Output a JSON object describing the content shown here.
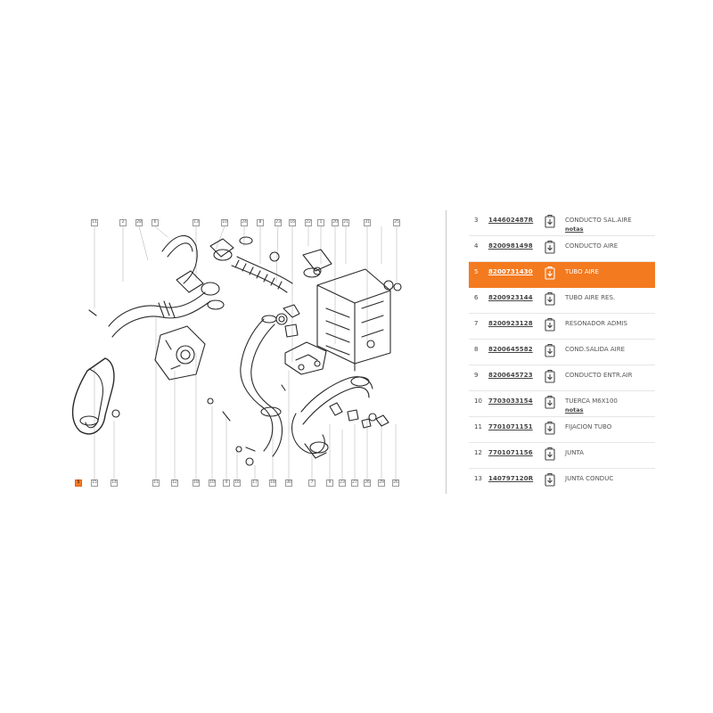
{
  "diagram": {
    "top_callouts": [
      "11",
      "2",
      "28",
      "6",
      "13",
      "10",
      "24",
      "8",
      "23",
      "16",
      "22",
      "1",
      "20",
      "21",
      "31",
      "25"
    ],
    "bottom_callouts": [
      "5",
      "15",
      "14",
      "11",
      "12",
      "18",
      "10",
      "4",
      "16",
      "17",
      "18",
      "30",
      "7",
      "9",
      "23",
      "27",
      "26",
      "29",
      "26"
    ],
    "selected_callout": "5"
  },
  "parts": [
    {
      "num": "3",
      "ref": "144602487R",
      "name": "CONDUCTO SAL.AIRE",
      "notes": "notas",
      "selected": false
    },
    {
      "num": "4",
      "ref": "8200981498",
      "name": "CONDUCTO AIRE",
      "notes": "",
      "selected": false
    },
    {
      "num": "5",
      "ref": "8200731430",
      "name": "TUBO AIRE",
      "notes": "",
      "selected": true
    },
    {
      "num": "6",
      "ref": "8200923144",
      "name": "TUBO AIRE RES.",
      "notes": "",
      "selected": false
    },
    {
      "num": "7",
      "ref": "8200923128",
      "name": "RESONADOR ADMIS",
      "notes": "",
      "selected": false
    },
    {
      "num": "8",
      "ref": "8200645582",
      "name": "COND.SALIDA AIRE",
      "notes": "",
      "selected": false
    },
    {
      "num": "9",
      "ref": "8200645723",
      "name": "CONDUCTO ENTR.AIR",
      "notes": "",
      "selected": false
    },
    {
      "num": "10",
      "ref": "7703033154",
      "name": "TUERCA M6X100",
      "notes": "notas",
      "selected": false
    },
    {
      "num": "11",
      "ref": "7701071151",
      "name": "FIJACION TUBO",
      "notes": "",
      "selected": false
    },
    {
      "num": "12",
      "ref": "7701071156",
      "name": "JUNTA",
      "notes": "",
      "selected": false
    },
    {
      "num": "13",
      "ref": "140797120R",
      "name": "JUNTA CONDUC",
      "notes": "",
      "selected": false
    }
  ],
  "icons": {
    "cart": "cart-icon"
  },
  "colors": {
    "highlight": "#f47a20",
    "divider": "#c9c9c9"
  }
}
